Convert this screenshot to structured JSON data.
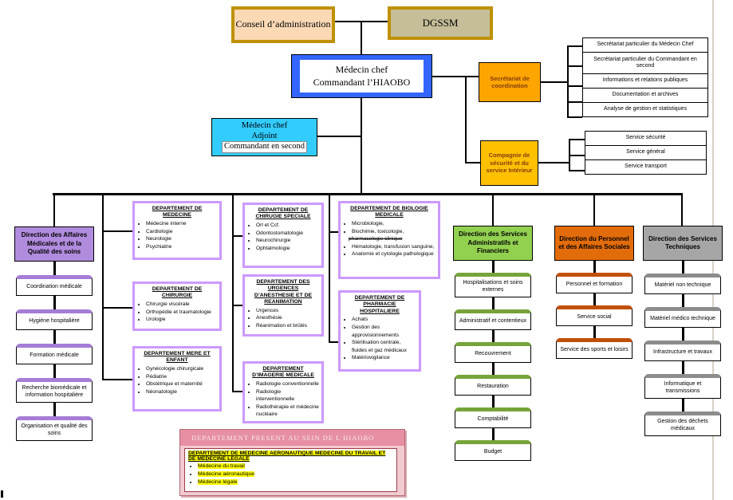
{
  "top": {
    "conseil": "Conseil d’administration",
    "dgssm": "DGSSM",
    "chef_line1": "Médecin chef",
    "chef_line2": "Commandant l’HIAOBO",
    "adjoint_line1": "Médecin chef",
    "adjoint_line2": "Adjoint",
    "adjoint_line3": "Commandant en second"
  },
  "secretariat": {
    "label": "Secrétariat de coordination",
    "children": [
      "Secrétariat particulier du Médecin Chef",
      "Secrétariat particulier du Commandant en second",
      "Informations et relations publiques",
      "Documentation et archives",
      "Analyse de gestion et statistiques"
    ]
  },
  "compagnie": {
    "label": "Compagnie de sécurité et du service Intérieur",
    "children": [
      "Service sécurité",
      "Service général",
      "Service transport"
    ]
  },
  "directions": [
    {
      "label": "Direction des Affaires Médicales et de la Qualité des soins",
      "children": [
        "Coordination médicale",
        "Hygiène hospitalière",
        "Formation médicale",
        "Recherche biomédicale et information hospitalière",
        "Organisation et qualité des soins"
      ]
    },
    {
      "label": "Direction des  Services Administratifs et Financiers",
      "children": [
        "Hospitalisations et soins externes",
        "Administratif et contentieux",
        "Recouvrement",
        "Restauration",
        "Comptabilité",
        "Budget"
      ]
    },
    {
      "label": "Direction du Personnel et des Affaires Sociales",
      "children": [
        "Personnel et formation",
        "Service social",
        "Service des sports et loisirs"
      ]
    },
    {
      "label": "Direction des Services Techniques",
      "children": [
        "Matériel non technique",
        "Matériel médico technique",
        "Infrastructure et travaux",
        "Informatique et transmissions",
        "Gestion des déchets médicaux"
      ]
    }
  ],
  "departements": [
    {
      "title": "DEPARTEMENT DE MEDECINE",
      "items": [
        "Médecine interne",
        "Cardiologie",
        "Neurologie",
        "Psychiatrie"
      ]
    },
    {
      "title": "DEPARTEMENT DE CHIRUGIE SPECIALE",
      "items": [
        "Orl et Ccf.",
        "Odontostomatologie",
        "Neurochirurgie",
        "Ophtalmologie"
      ]
    },
    {
      "title": "DEPARTEMENT DE BIOLOGIE MEDICALE",
      "items": [
        {
          "text": "Microbiologie,"
        },
        {
          "text": "Biochimie, toxicologie,"
        },
        {
          "text": "pharmacologie clinique",
          "strike": true,
          "nobullet": true
        },
        {
          "text": "Hématologie, transfusion  sanguine,"
        },
        {
          "text": "Anatomie et cytologie pathologique"
        }
      ]
    },
    {
      "title": "DEPARTEMENT DE CHIRURGIE",
      "items": [
        "Chirurgie viscérale",
        "Orthopédie et traumatologie",
        "Urologie"
      ]
    },
    {
      "title": "DEPARTEMENT DES URGENCES D’ANESTHESIE ET DE REANIMATION",
      "items": [
        "Urgences",
        "Anesthésie",
        "Réanimation et brûlés"
      ]
    },
    {
      "title": "DEPARTEMENT DE PHARMACIE HOSPITALIERE",
      "items": [
        "Achats",
        "Gestion des approvisionnements",
        "Stérilisation centrale, fluides et gaz médicaux",
        "Matériovigilance"
      ]
    },
    {
      "title": "DEPARTEMENT MERE ET ENFANT",
      "items": [
        "Gynécologie chirurgicale",
        "Pédiatrie",
        "Obstétrique et maternité",
        "Néonatologie"
      ]
    },
    {
      "title": "DEPARTEMENT D’IMAGERIE MEDICALE",
      "items": [
        "Radiologie conventionnelle",
        "Radiologie interventionnelle",
        "Radiothérapie et médecine nucléaire"
      ]
    }
  ],
  "encart": {
    "header": "DEPARTEMENT PRESENT AU SEIN DE L HIAOBO",
    "title": "DEPARTEMENT DE MEDECINE AERONAUTIQUE MEDECINE DU TRAVAIL ET DE MEDECINE LEGALE",
    "items": [
      {
        "text": "Médecine du travail",
        "highlight": true
      },
      {
        "text": "Médecine aéronautique",
        "highlight": true
      },
      {
        "text": "Médecine légale",
        "highlight": true
      }
    ]
  },
  "colors": {
    "conseil_fill": "#FBD9B5",
    "gold_border": "#BF9000",
    "dgssm_fill": "#C5BE98",
    "chef_blue": "#3366FF",
    "adjoint_cyan": "#33CCFF",
    "secretariat_orange": "#FFA500",
    "compagnie_gold": "#FFC000",
    "dark_brown_text": "#843C0C",
    "dir_purple": "#B18CDE",
    "dir_green": "#92D050",
    "dir_orange": "#E36C0A",
    "dir_gray": "#A6A6A6",
    "dept_border": "#CC99FF",
    "encart_pink": "#E78FA3",
    "highlight_yellow": "#FFFF00"
  }
}
